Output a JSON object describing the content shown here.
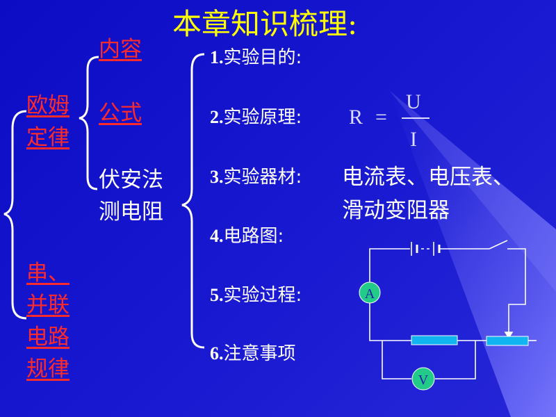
{
  "title": "本章知识梳理:",
  "left": {
    "ohm_line1": "欧姆",
    "ohm_line2": "定律",
    "series_line1": "串、",
    "series_line2": "并联",
    "series_line3": "电路",
    "series_line4": "规律"
  },
  "middle": {
    "content": "内容",
    "formula": "公式",
    "method_line1": "伏安法",
    "method_line2": "测电阻"
  },
  "steps": [
    {
      "num": "1.",
      "text": "实验目的:"
    },
    {
      "num": "2.",
      "text": "实验原理:"
    },
    {
      "num": "3.",
      "text": "实验器材:"
    },
    {
      "num": "4.",
      "text": "电路图:"
    },
    {
      "num": "5.",
      "text": "实验过程:"
    },
    {
      "num": "6.",
      "text": "注意事项"
    }
  ],
  "equipment_line1": "电流表、电压表、",
  "equipment_line2": "滑动变阻器",
  "principle": {
    "lhs": "R",
    "eq": "=",
    "num": "U",
    "den": "I"
  },
  "circuit": {
    "ammeter": "A",
    "voltmeter": "V"
  },
  "colors": {
    "background": "#1414cc",
    "title": "#ffff00",
    "link": "#ff2a2a",
    "text": "#ffffff",
    "meter": "#22cc88",
    "component": "#10b4f0"
  }
}
